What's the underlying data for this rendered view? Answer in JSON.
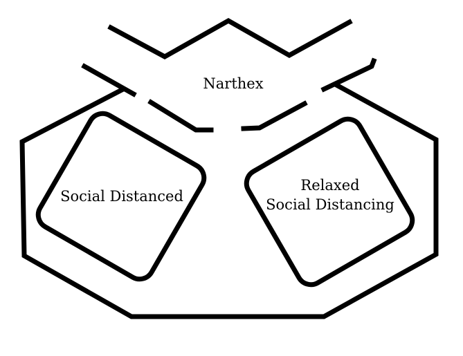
{
  "diagram": {
    "labels": {
      "narthex": "Narthex",
      "social_distanced": "Social Distanced",
      "relaxed_line1": "Relaxed",
      "relaxed_line2": "Social Distancing"
    },
    "colors": {
      "stroke": "#000000",
      "background": "#ffffff"
    }
  }
}
